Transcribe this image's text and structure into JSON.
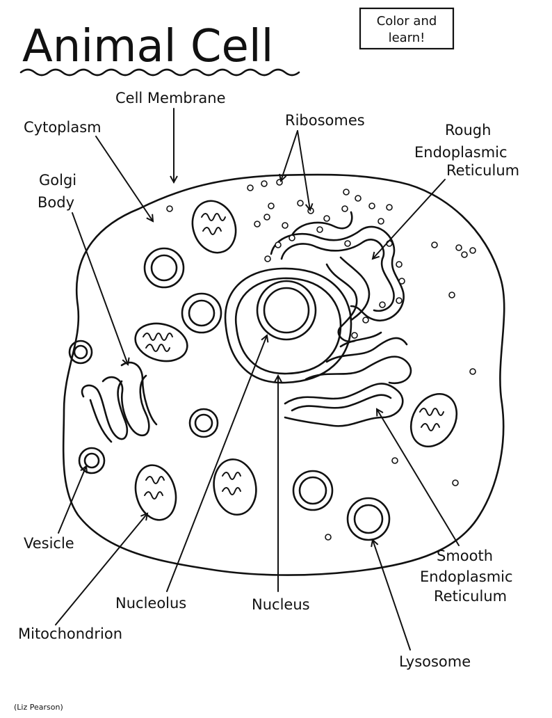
{
  "title": "Animal Cell",
  "badge": {
    "line1": "Color and",
    "line2": "learn!"
  },
  "labels": {
    "cell_membrane": "Cell Membrane",
    "cytoplasm": "Cytoplasm",
    "ribosomes": "Ribosomes",
    "rough_er": [
      "Rough",
      "Endoplasmic",
      "Reticulum"
    ],
    "golgi_body": [
      "Golgi",
      "Body"
    ],
    "vesicle": "Vesicle",
    "smooth_er": [
      "Smooth",
      "Endoplasmic",
      "Reticulum"
    ],
    "nucleolus": "Nucleolus",
    "nucleus": "Nucleus",
    "mitochondrion": "Mitochondrion",
    "lysosome": "Lysosome"
  },
  "credit": "(Liz Pearson)"
}
